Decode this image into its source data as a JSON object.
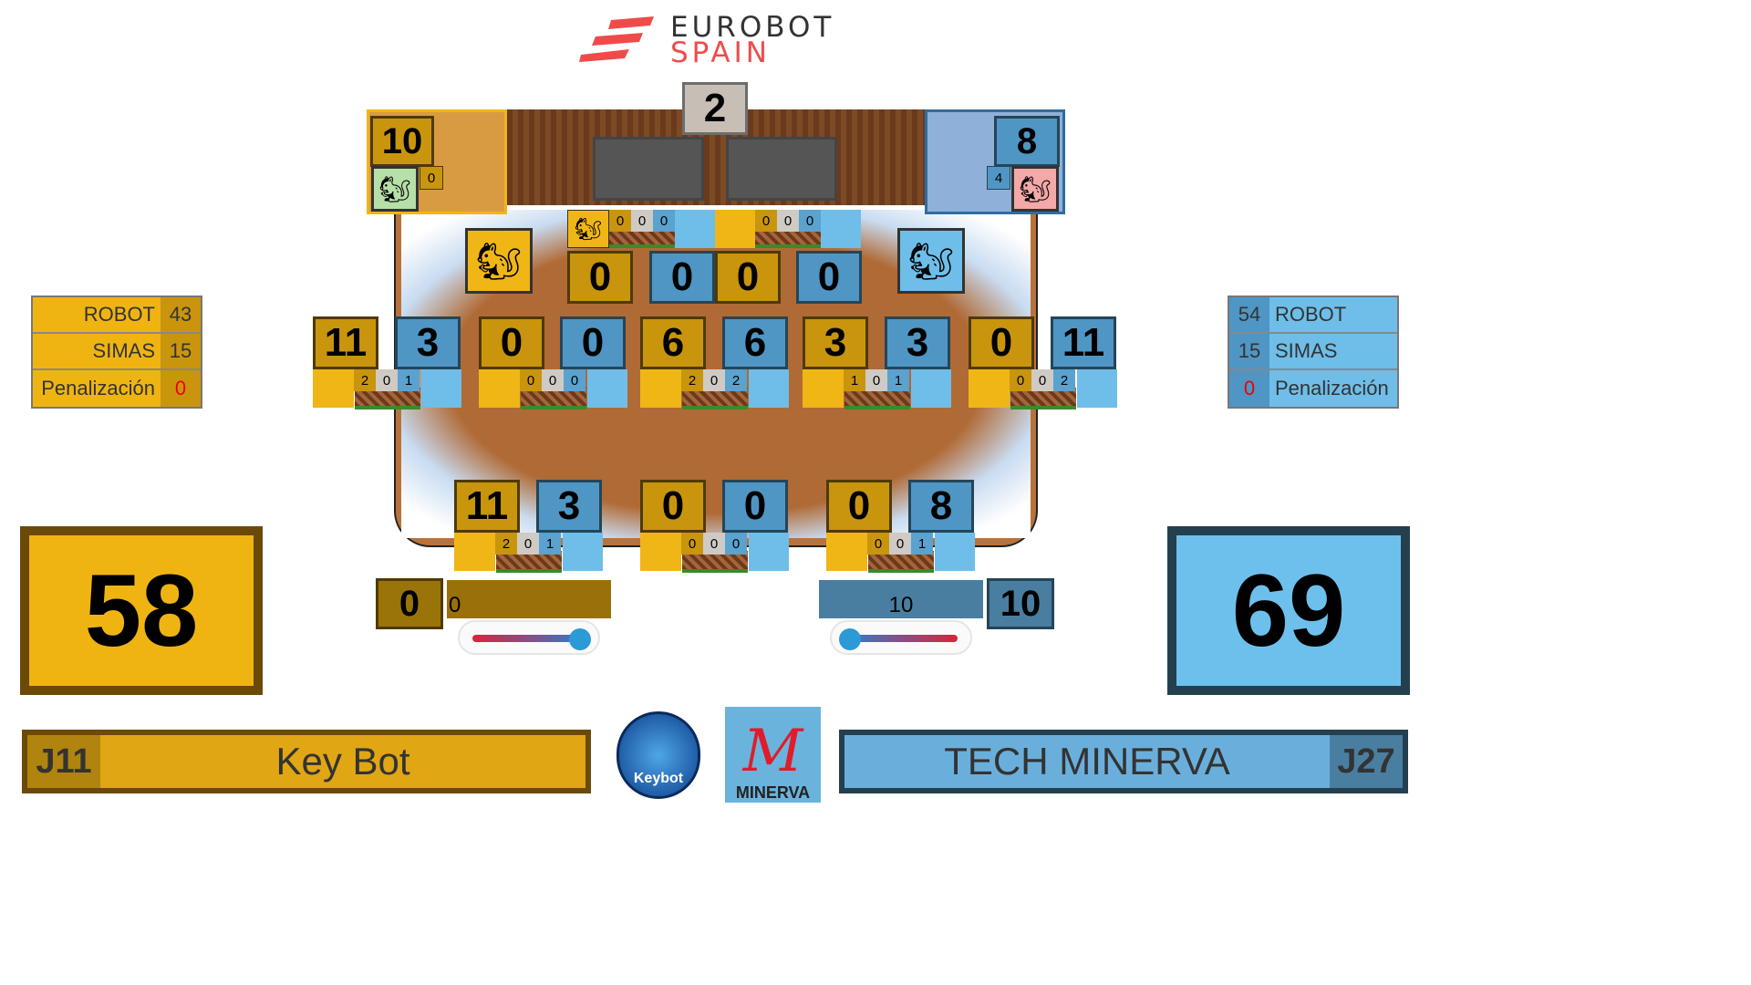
{
  "header": {
    "logo_line1": "EUROBOT",
    "logo_line2": "SPAIN"
  },
  "board": {
    "center_top": "2",
    "yellow_nest": {
      "score": "10",
      "sub": "0"
    },
    "blue_nest": {
      "score": "8",
      "sub": "4"
    },
    "top_counters": [
      [
        "0",
        "0",
        "0"
      ],
      [
        "0",
        "0",
        "0"
      ]
    ],
    "top_scores": [
      {
        "v": "0",
        "team": "y"
      },
      {
        "v": "0",
        "team": "b"
      },
      {
        "v": "0",
        "team": "y"
      },
      {
        "v": "0",
        "team": "b"
      }
    ],
    "mid_scores": [
      {
        "v": "11",
        "team": "y"
      },
      {
        "v": "3",
        "team": "b"
      },
      {
        "v": "0",
        "team": "y"
      },
      {
        "v": "0",
        "team": "b"
      },
      {
        "v": "6",
        "team": "y"
      },
      {
        "v": "6",
        "team": "b"
      },
      {
        "v": "3",
        "team": "y"
      },
      {
        "v": "3",
        "team": "b"
      },
      {
        "v": "0",
        "team": "y"
      },
      {
        "v": "11",
        "team": "b"
      }
    ],
    "mid_counters": [
      [
        "2",
        "0",
        "1"
      ],
      [
        "0",
        "0",
        "0"
      ],
      [
        "2",
        "0",
        "2"
      ],
      [
        "1",
        "0",
        "1"
      ],
      [
        "0",
        "0",
        "2"
      ]
    ],
    "bottom_scores": [
      {
        "v": "11",
        "team": "y"
      },
      {
        "v": "3",
        "team": "b"
      },
      {
        "v": "0",
        "team": "y"
      },
      {
        "v": "0",
        "team": "b"
      },
      {
        "v": "0",
        "team": "y"
      },
      {
        "v": "8",
        "team": "b"
      }
    ],
    "bottom_counters": [
      [
        "2",
        "0",
        "1"
      ],
      [
        "0",
        "0",
        "0"
      ],
      [
        "0",
        "0",
        "1"
      ]
    ]
  },
  "yellow": {
    "thermo_score": "0",
    "thermo_bar": "0",
    "thermo_level": 0,
    "stats": [
      {
        "label": "ROBOT",
        "value": "43"
      },
      {
        "label": "SIMAS",
        "value": "15"
      },
      {
        "label": "Penalización",
        "value": "0"
      }
    ],
    "total": "58",
    "code": "J11",
    "name": "Key Bot",
    "color": "#f0b412"
  },
  "blue": {
    "thermo_score": "10",
    "thermo_bar": "10",
    "thermo_level": 0,
    "stats": [
      {
        "label": "ROBOT",
        "value": "54"
      },
      {
        "label": "SIMAS",
        "value": "15"
      },
      {
        "label": "Penalización",
        "value": "0"
      }
    ],
    "total": "69",
    "code": "J27",
    "name": "TECH MINERVA",
    "color": "#6ec0ec"
  },
  "logos": {
    "keybot": "Keybot",
    "minerva": "MINERVA"
  },
  "icons": {
    "squirrel": "🐿"
  }
}
